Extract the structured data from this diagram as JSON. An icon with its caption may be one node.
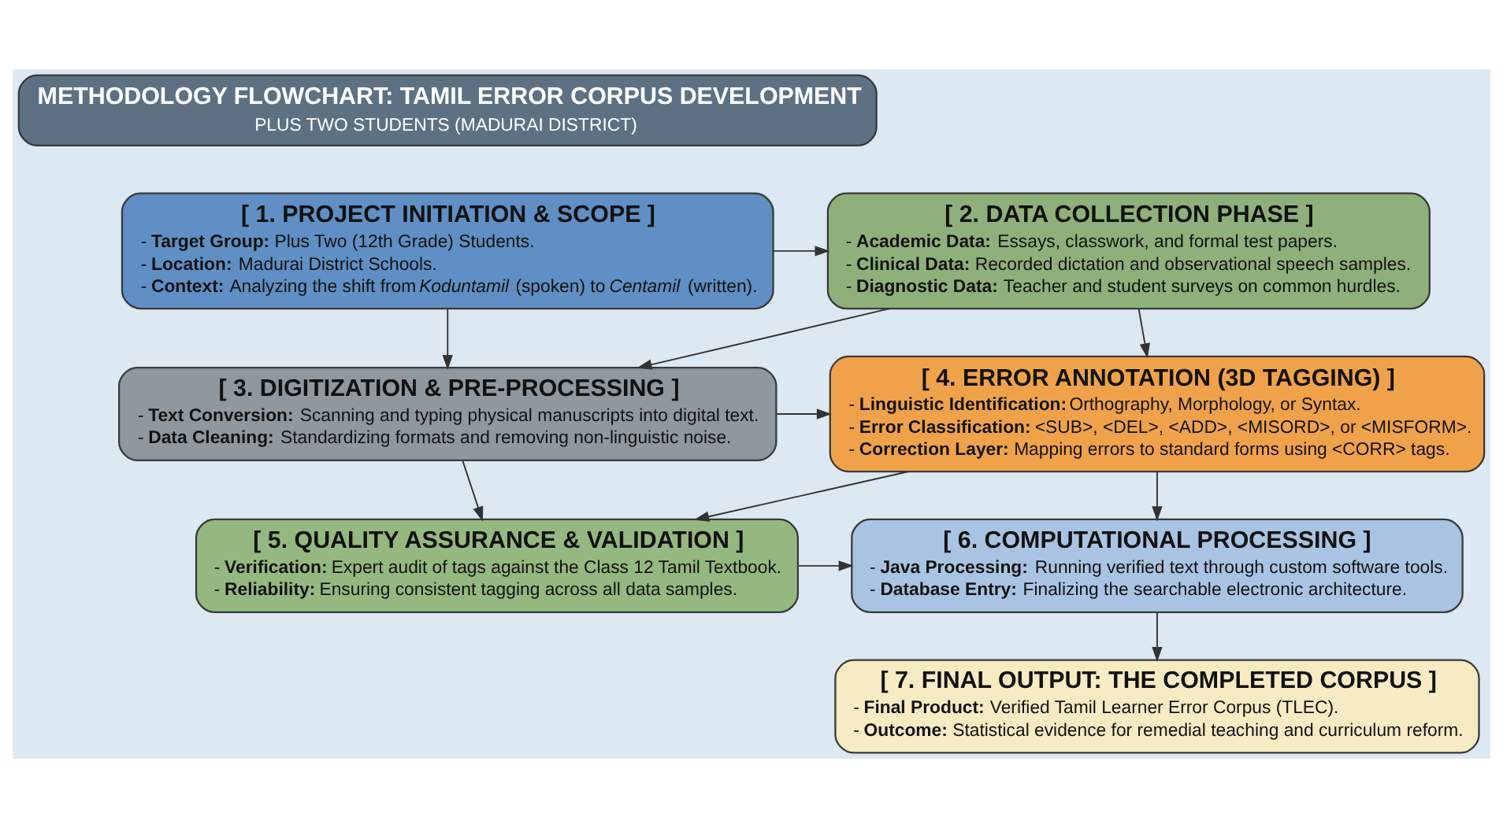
{
  "diagram": {
    "nodes": [
      {
        "text": [
          "METHODOLOGY FLOWCHART: TAMIL ERROR CORPUS DEVELOPMENT",
          "PLUS TWO STUDENTS (MADURAI DISTRICT)"
        ]
      },
      {
        "text": [
          "[ 1. PROJECT INITIATION & SCOPE ]",
          "- **Target Group:** Plus Two (12th Grade) Students.",
          "- **Location:** Madurai District Schools.",
          "- **Context:** Analyzing the shift from *Koduntamil* (spoken) to *Centamil* (written)."
        ]
      },
      {
        "text": [
          "[ 2. DATA COLLECTION PHASE ]",
          "- **Academic Data:** Essays, classwork, and formal test papers.",
          "- **Clinical Data:** Recorded dictation and observational speech samples.",
          "- **Diagnostic Data:** Teacher and student surveys on common hurdles."
        ]
      },
      {
        "text": [
          "[ 3. DIGITIZATION & PRE-PROCESSING ]",
          "- **Text Conversion:** Scanning and typing physical manuscripts into digital text.",
          "- **Data Cleaning:** Standardizing formats and removing non-linguistic noise."
        ]
      },
      {
        "text": [
          "[ 4. ERROR ANNOTATION (3D TAGGING) ]",
          "- **Linguistic Identification:** Orthography, Morphology, or Syntax.",
          "- **Error Classification:** <SUB>, <DEL>, <ADD>, <MISORD>, or <MISFORM>.",
          "- **Correction Layer:** Mapping errors to standard forms using <CORR> tags."
        ]
      },
      {
        "text": [
          "[ 5. QUALITY ASSURANCE & VALIDATION ]",
          "- **Verification:** Expert audit of tags against the Class 12 Tamil Textbook.",
          "- **Reliability:** Ensuring consistent tagging across all data samples."
        ]
      },
      {
        "text": [
          "[ 6. COMPUTATIONAL PROCESSING ]",
          "- **Java Processing:** Running verified text through custom software tools.",
          "- **Database Entry:** Finalizing the searchable electronic architecture."
        ]
      },
      {
        "text": [
          "[ 7. FINAL OUTPUT: THE COMPLETED CORPUS ]",
          "- **Final Product:** Verified Tamil Learner Error Corpus (TLEC).",
          "- **Outcome:** Statistical evidence for remedial teaching and curriculum reform."
        ]
      }
    ],
    "edges": [
      {
        "from": 1,
        "to": 2,
        "arrow": "to"
      },
      {
        "from": 1,
        "to": 3,
        "arrow": "to"
      },
      {
        "from": 2,
        "to": 3,
        "arrow": "to"
      },
      {
        "from": 2,
        "to": 4,
        "arrow": "to"
      },
      {
        "from": 3,
        "to": 4,
        "arrow": "to"
      },
      {
        "from": 3,
        "to": 5,
        "arrow": "to"
      },
      {
        "from": 4,
        "to": 5,
        "arrow": "to"
      },
      {
        "from": 4,
        "to": 6,
        "arrow": "to"
      },
      {
        "from": 5,
        "to": 6,
        "arrow": "to"
      },
      {
        "from": 6,
        "to": 7,
        "arrow": "to"
      }
    ]
  }
}
